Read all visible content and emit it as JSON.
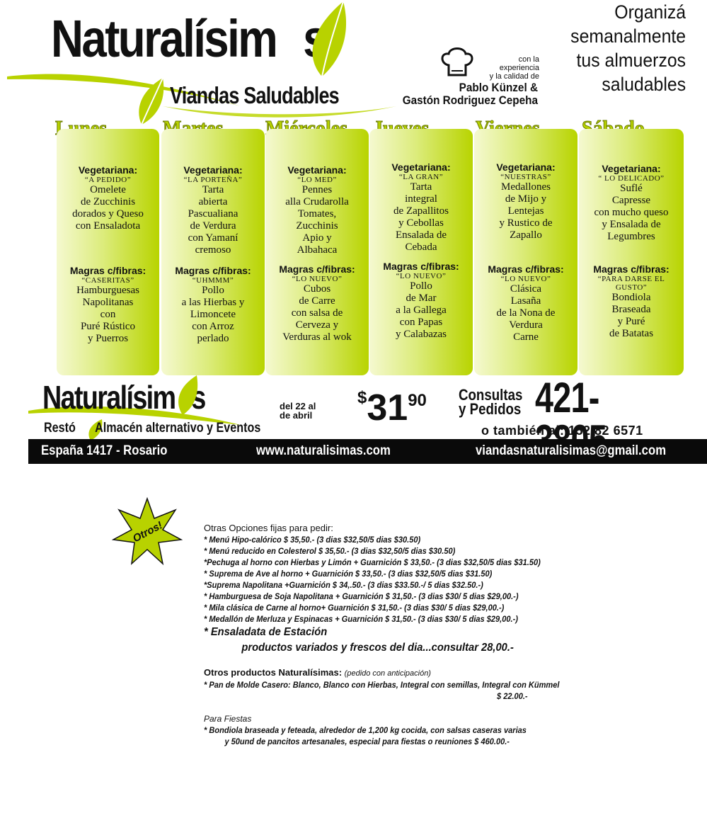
{
  "header": {
    "brand_left": "Naturalísim",
    "brand_right": "s",
    "subtitle": "Viandas Saludables",
    "experience_line1": "con la experiencia",
    "experience_line2": "y la calidad de",
    "chef1": "Pablo Künzel &",
    "chef2": "Gastón Rodriguez Cepeha",
    "tagline": [
      "Organizá",
      "semanalmente",
      "tus almuerzos",
      "saludables"
    ]
  },
  "colors": {
    "accent_green": "#b8d200",
    "dark": "#0a0a0a"
  },
  "days": [
    {
      "name": "Lunes",
      "veg_label": "Vegetariana:",
      "veg_nick": "“A PEDIDO”",
      "veg_lines": [
        "Omelete",
        "de Zucchinis",
        "dorados y Queso",
        "con Ensaladota"
      ],
      "mag_label": "Magras c/fibras:",
      "mag_nick": "“CASERITAS”",
      "mag_lines": [
        "Hamburguesas",
        "Napolitanas",
        "con",
        "Puré Rústico",
        "y Puerros"
      ]
    },
    {
      "name": "Martes",
      "veg_label": "Vegetariana:",
      "veg_nick": "“LA PORTEÑA”",
      "veg_lines": [
        "Tarta",
        "abierta",
        "Pascualiana",
        "de Verdura",
        "con Yamaní",
        "cremoso"
      ],
      "mag_label": "Magras c/fibras:",
      "mag_nick": "“UHMMM”",
      "mag_lines": [
        "Pollo",
        "a las Hierbas y",
        "Limoncete",
        "con Arroz",
        "perlado"
      ]
    },
    {
      "name": "Miércoles",
      "veg_label": "Vegetariana:",
      "veg_nick": "“LO MED”",
      "veg_lines": [
        "Pennes",
        "alla Crudarolla",
        "Tomates,",
        "Zucchinis",
        "Apio y",
        "Albahaca"
      ],
      "mag_label": "Magras c/fibras:",
      "mag_nick": "“LO NUEVO”",
      "mag_lines": [
        "Cubos",
        "de Carre",
        "con salsa de",
        "Cerveza y",
        "Verduras al wok"
      ]
    },
    {
      "name": "Jueves",
      "veg_label": "Vegetariana:",
      "veg_nick": "“LA GRAN”",
      "veg_lines": [
        "Tarta",
        "integral",
        "de Zapallitos",
        "y Cebollas",
        "Ensalada de",
        "Cebada"
      ],
      "mag_label": "Magras c/fibras:",
      "mag_nick": "“LO NUEVO”",
      "mag_lines": [
        "Pollo",
        "de Mar",
        "a la Gallega",
        "con Papas",
        "y Calabazas"
      ]
    },
    {
      "name": "Viernes",
      "veg_label": "Vegetariana:",
      "veg_nick": "“NUESTRAS”",
      "veg_lines": [
        "Medallones",
        "de Mijo y",
        "Lentejas",
        "y Rustico de",
        "Zapallo"
      ],
      "mag_label": "Magras c/fibras:",
      "mag_nick": "“LO NUEVO”",
      "mag_lines": [
        "Clásica",
        "Lasaña",
        "de la Nona de",
        "Verdura",
        "Carne"
      ]
    },
    {
      "name": "Sábado",
      "veg_label": "Vegetariana:",
      "veg_nick": "“ LO DELICADO”",
      "veg_lines": [
        "Suflé",
        "Capresse",
        "con mucho queso",
        "y Ensalada de",
        "Legumbres"
      ],
      "mag_label": "Magras c/fibras:",
      "mag_nick": "“PARA DARSE EL GUSTO”",
      "mag_lines": [
        "Bondiola",
        "Braseada",
        "y Puré",
        "de Batatas"
      ]
    }
  ],
  "banner": {
    "brand_left": "Naturalísim",
    "brand_right": "s",
    "resto_a": "Restó",
    "resto_b": "Almacén alternativo y Eventos",
    "dates_line1": "del 22 al",
    "dates_line2": "de abril",
    "currency": "$",
    "price_int": "31",
    "price_cents": "90",
    "consultas1": "Consultas",
    "consultas2": "y Pedidos",
    "phone": "421-3805",
    "alt_phone": "o también al: 152 82 6571",
    "address": "España 1417 - Rosario",
    "website": "www.naturalisimas.com",
    "email": "viandasnaturalisimas@gmail.com"
  },
  "otros": {
    "star_label": "Otros!",
    "intro": "Otras Opciones fijas para pedir:",
    "items": [
      "* Menú Hipo-calórico $ 35,50.-  (3 dias $32,50/5 dias $30.50)",
      "* Menú reducido en  Colesterol  $ 35,50.-  (3 dias $32,50/5 dias $30.50)",
      "*Pechuga al horno con Hierbas y Limón + Guarnición $ 33,50.-  (3 dias $32,50/5 dias $31.50)",
      "* Suprema de Ave al horno + Guarnición $ 33,50.-  (3 dias $32,50/5 dias $31.50)",
      "*Suprema Napolitana +Guarnición $ 34,.50.-  (3 dias $33.50.-/ 5 dias $32.50.-)",
      "* Hamburguesa de Soja Napolitana + Guarnición $ 31,50.-  (3 dias $30/ 5 dias $29,00.-)",
      "*  Mila clásica de Carne al horno+  Guarnición $ 31,50.-  (3 dias $30/ 5 dias $29,00.-)",
      "* Medallón de Merluza y Espinacas + Guarnición $ 31,50.-  (3 dias $30/ 5 dias $29,00.-)"
    ],
    "ensalada1": "* Ensaladata de Estación",
    "ensalada2": "productos variados y frescos del dia...consultar  28,00.-",
    "otros_title": "Otros productos Naturalísimas:",
    "otros_note": "(pedido con anticipación)",
    "pan_line": "* Pan de Molde Casero: Blanco, Blanco con Hierbas, Integral con semillas, Integral con Kümmel",
    "pan_price": "$ 22.00.-",
    "fiestas_title": "Para Fiestas",
    "fiestas1": "* Bondiola braseada y feteada, alrededor de 1,200 kg cocida, con salsas caseras varias",
    "fiestas2": "y 50und de pancitos artesanales, especial para fiestas o reuniones $ 460.00.-"
  }
}
